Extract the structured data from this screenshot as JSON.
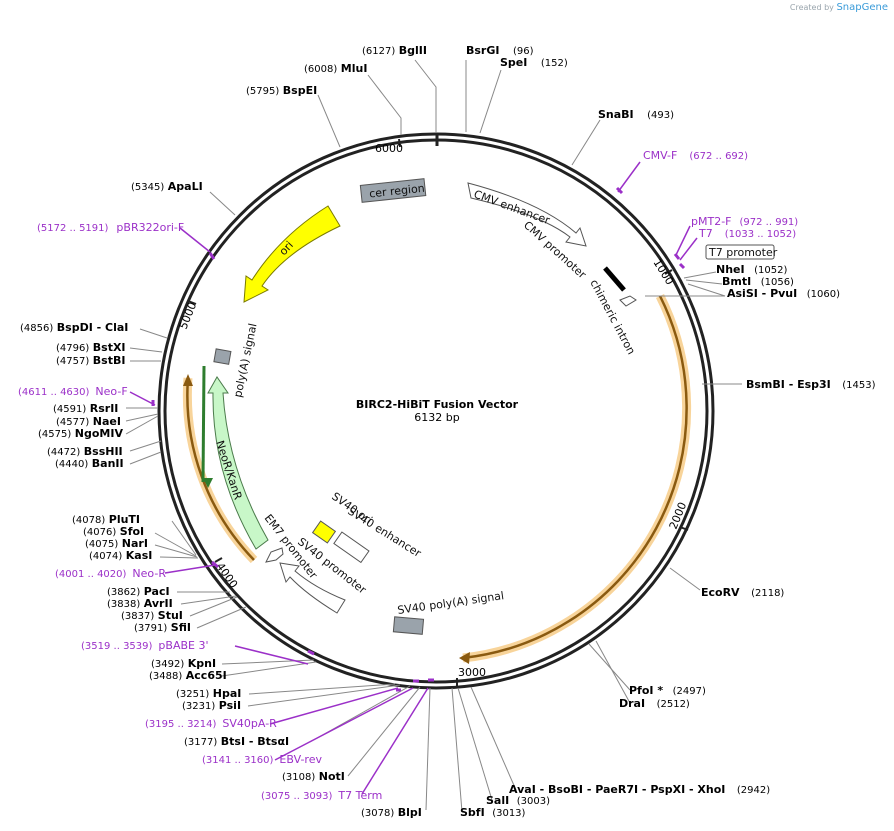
{
  "credit": {
    "prefix": "Created by",
    "brand": "SnapGene"
  },
  "plasmid": {
    "name": "BIRC2-HiBiT Fusion Vector",
    "size_label": "6132 bp",
    "length": 6132
  },
  "ticks": [
    "1000",
    "2000",
    "3000",
    "4000",
    "5000",
    "6000"
  ],
  "features": [
    {
      "name": "cer region",
      "type": "box",
      "color": "#9aa3ab"
    },
    {
      "name": "ori",
      "type": "arrow",
      "color": "#ffff00"
    },
    {
      "name": "CMV enhancer",
      "type": "arrow",
      "color": "#ffffff"
    },
    {
      "name": "CMV promoter",
      "type": "arrow",
      "color": "#ffffff"
    },
    {
      "name": "chimeric intron",
      "type": "box",
      "color": "#000000"
    },
    {
      "name": "T7 promoter",
      "type": "label",
      "color": "#ffffff"
    },
    {
      "name": "poly(A) signal",
      "type": "box",
      "color": "#9aa3ab"
    },
    {
      "name": "NeoR/KanR",
      "type": "arrow",
      "color": "#c8f7c8"
    },
    {
      "name": "EM7 promoter",
      "type": "arrow",
      "color": "#ffffff"
    },
    {
      "name": "SV40 promoter",
      "type": "arrow",
      "color": "#ffffff"
    },
    {
      "name": "SV40 ori",
      "type": "box",
      "color": "#ffff00"
    },
    {
      "name": "SV40 enhancer",
      "type": "box",
      "color": "#ffffff"
    },
    {
      "name": "SV40 poly(A) signal",
      "type": "box",
      "color": "#9aa3ab"
    }
  ],
  "sites": [
    {
      "pos": "(6127)",
      "name": "BglII"
    },
    {
      "pos": "(96)",
      "name": "BsrGI"
    },
    {
      "pos": "(152)",
      "name": "SpeI"
    },
    {
      "pos": "(6008)",
      "name": "MluI"
    },
    {
      "pos": "(5795)",
      "name": "BspEI"
    },
    {
      "pos": "(493)",
      "name": "SnaBI"
    },
    {
      "pos": "(5345)",
      "name": "ApaLI"
    },
    {
      "pos": "(1052)",
      "name": "NheI"
    },
    {
      "pos": "(1056)",
      "name": "BmtI"
    },
    {
      "pos": "(1060)",
      "name": "AsiSI  -  PvuI"
    },
    {
      "pos": "(4856)",
      "name": "BspDI   -  ClaI"
    },
    {
      "pos": "(4796)",
      "name": "BstXI"
    },
    {
      "pos": "(4757)",
      "name": "BstBI"
    },
    {
      "pos": "(1453)",
      "name": "BsmBI   -  Esp3I"
    },
    {
      "pos": "(4591)",
      "name": "RsrII"
    },
    {
      "pos": "(4577)",
      "name": "NaeI"
    },
    {
      "pos": "(4575)",
      "name": "NgoMIV"
    },
    {
      "pos": "(4472)",
      "name": "BssHII"
    },
    {
      "pos": "(4440)",
      "name": "BanII"
    },
    {
      "pos": "(4078)",
      "name": "PluTI"
    },
    {
      "pos": "(4076)",
      "name": "SfoI"
    },
    {
      "pos": "(4075)",
      "name": "NarI"
    },
    {
      "pos": "(4074)",
      "name": "KasI"
    },
    {
      "pos": "(2118)",
      "name": "EcoRV"
    },
    {
      "pos": "(3862)",
      "name": "PacI"
    },
    {
      "pos": "(3838)",
      "name": "AvrII"
    },
    {
      "pos": "(3837)",
      "name": "StuI"
    },
    {
      "pos": "(3791)",
      "name": "SfiI"
    },
    {
      "pos": "(3492)",
      "name": "KpnI"
    },
    {
      "pos": "(3488)",
      "name": "Acc65I"
    },
    {
      "pos": "(2497)",
      "name": "PfoI *"
    },
    {
      "pos": "(2512)",
      "name": "DraI"
    },
    {
      "pos": "(3251)",
      "name": "HpaI"
    },
    {
      "pos": "(3231)",
      "name": "PsiI"
    },
    {
      "pos": "(3177)",
      "name": "BtsI  -  BtsαI"
    },
    {
      "pos": "(3108)",
      "name": "NotI"
    },
    {
      "pos": "(3078)",
      "name": "BlpI"
    },
    {
      "pos": "(3013)",
      "name": "SbfI"
    },
    {
      "pos": "(3003)",
      "name": "SalI"
    },
    {
      "pos": "(2942)",
      "name": "AvaI  -  BsoBI  -  PaeR7I  -  PspXI  -  XhoI"
    }
  ],
  "primers": [
    {
      "range": "(672 .. 692)",
      "name": "CMV-F"
    },
    {
      "range": "(972 .. 991)",
      "name": "pMT2-F"
    },
    {
      "range": "(1033 .. 1052)",
      "name": "T7"
    },
    {
      "range": "(5172 .. 5191)",
      "name": "pBR322ori-F"
    },
    {
      "range": "(4611 .. 4630)",
      "name": "Neo-F"
    },
    {
      "range": "(4001 .. 4020)",
      "name": "Neo-R"
    },
    {
      "range": "(3519 .. 3539)",
      "name": "pBABE 3'"
    },
    {
      "range": "(3195 .. 3214)",
      "name": "SV40pA-R"
    },
    {
      "range": "(3141 .. 3160)",
      "name": "EBV-rev"
    },
    {
      "range": "(3075 .. 3093)",
      "name": "T7 Term"
    }
  ],
  "colors": {
    "backbone": "#222222",
    "primer": "#9b30c8",
    "orf_highlight": "#f6c780",
    "orf": "#f0a030"
  }
}
